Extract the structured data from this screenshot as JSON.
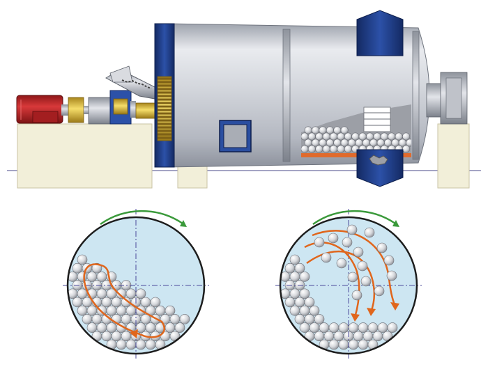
{
  "diagram": {
    "subject": "ball mill",
    "mill_views": [
      {
        "mode": "cascading",
        "balls_shown": true,
        "motion_arrow": "clockwise"
      },
      {
        "mode": "cataracting",
        "balls_shown": true,
        "motion_arrow": "clockwise"
      }
    ]
  },
  "colors": {
    "shell": "#c9ccd3",
    "flange_blue": "#1f3c84",
    "motor_red": "#c0282a",
    "coupling_yellow": "#e8c234",
    "gear_yellow": "#d9b84a",
    "foundation": "#f2efd9",
    "liner_orange": "#e06a2c",
    "rotation_green": "#3b9a3b",
    "flow_orange": "#e0661c",
    "drum_fill": "#cde6f2",
    "centerline": "#4a4a9a"
  },
  "icons": [
    "rotation-arrow-icon",
    "flow-arrow-icon"
  ]
}
